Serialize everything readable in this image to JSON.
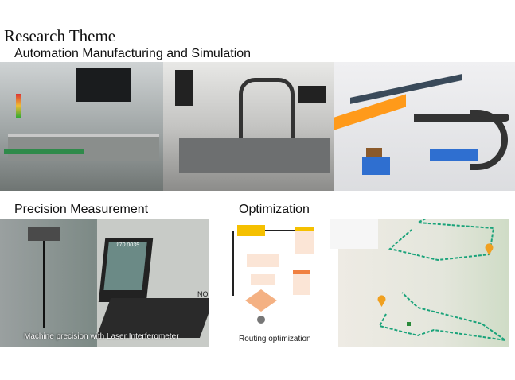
{
  "slide": {
    "title": "Research Theme"
  },
  "sections": {
    "automation": {
      "heading": "Automation Manufacturing and Simulation"
    },
    "precision": {
      "heading": "Precision Measurement",
      "caption": "Machine precision with Laser Interferometer",
      "screen_readout": "170.0035",
      "wall_text": "NO"
    },
    "optimization": {
      "heading": "Optimization",
      "caption": "Routing optimization"
    }
  },
  "colors": {
    "flow_yellow": "#f5c000",
    "flow_orange": "#f4b183",
    "flow_green": "#a9d18e",
    "flow_peach": "#fbe5d6",
    "route": "#1aa37a",
    "pin": "#f0a020"
  }
}
